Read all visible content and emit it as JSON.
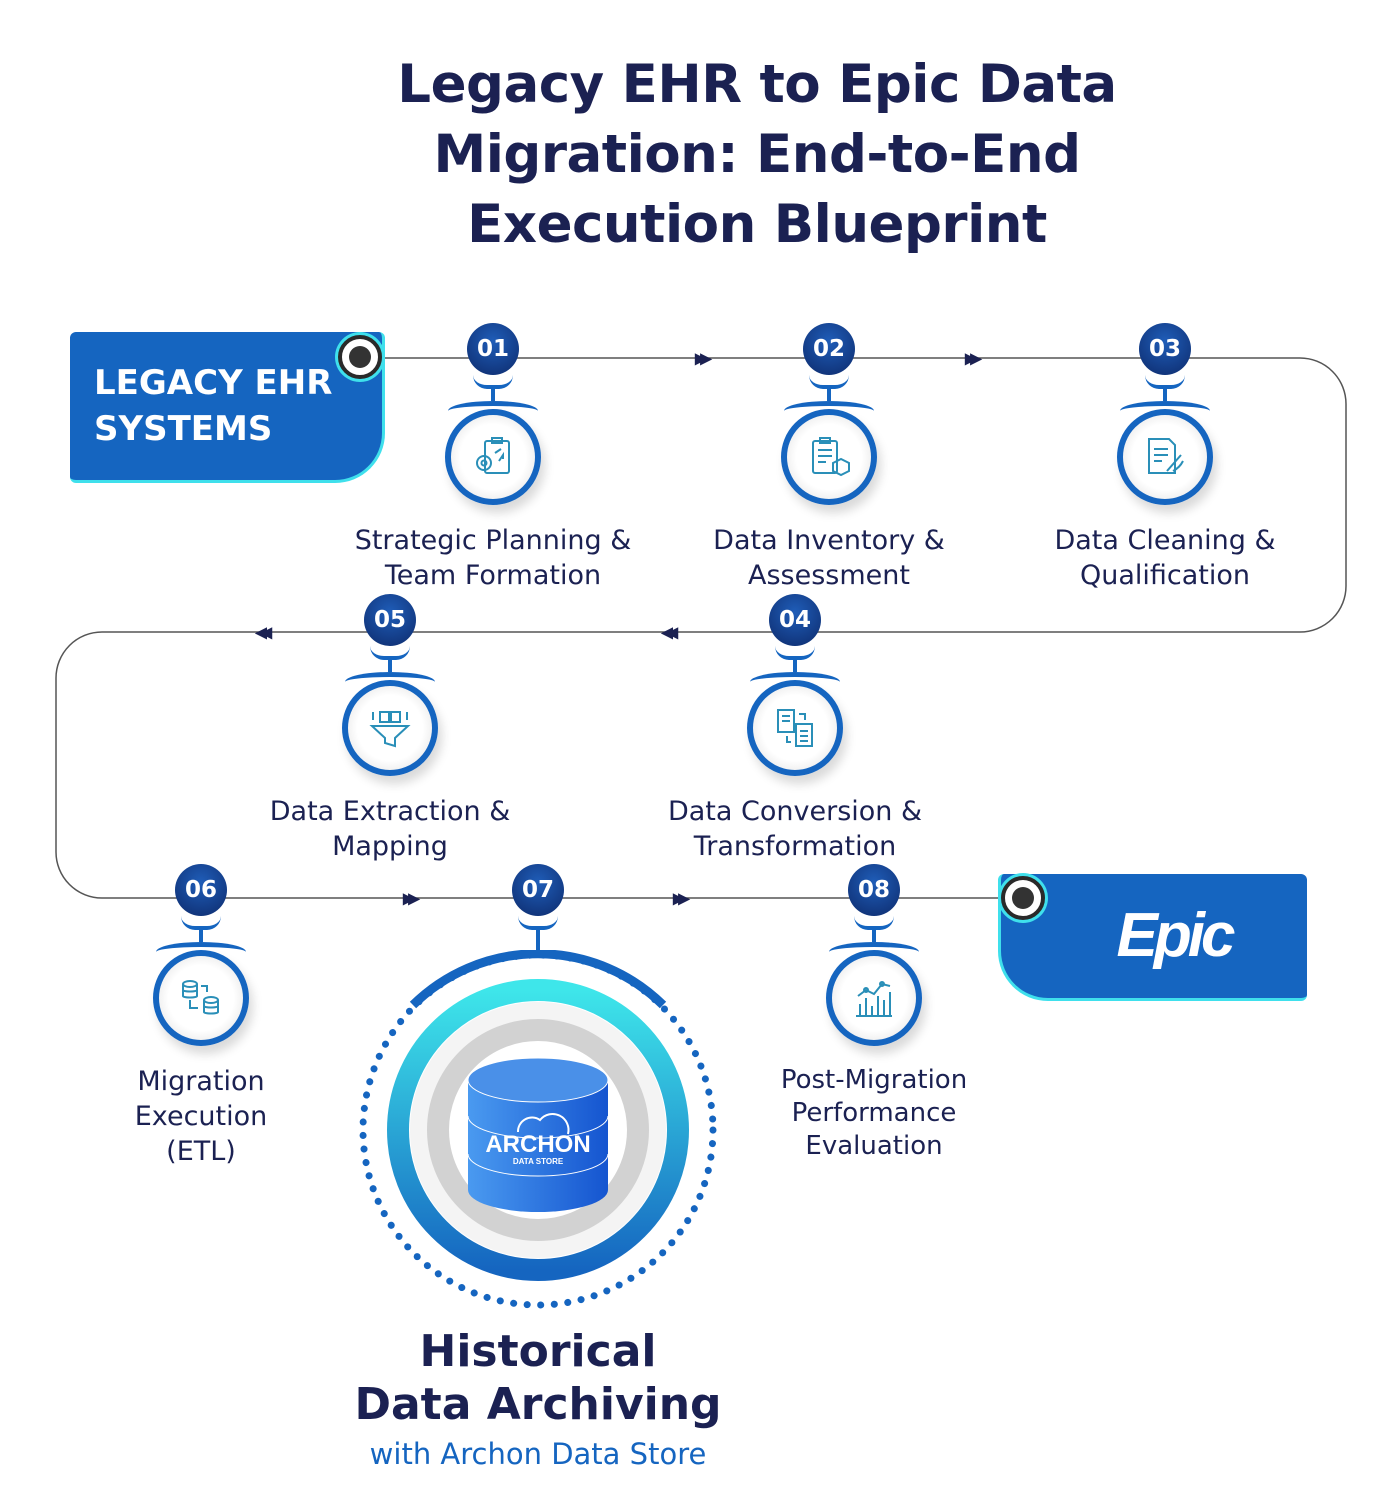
{
  "title": [
    "Legacy EHR to Epic Data",
    "Migration: End-to-End",
    "Execution Blueprint"
  ],
  "source_box": {
    "line1": "LEGACY EHR",
    "line2": "SYSTEMS"
  },
  "target_box": {
    "logo_text": "Epic"
  },
  "steps": [
    {
      "number": "01",
      "label": [
        "Strategic Planning &",
        "Team Formation"
      ],
      "icon": "planning-gear-clipboard-icon"
    },
    {
      "number": "02",
      "label": [
        "Data Inventory &",
        "Assessment"
      ],
      "icon": "inventory-clipboard-box-icon"
    },
    {
      "number": "03",
      "label": [
        "Data Cleaning &",
        "Qualification"
      ],
      "icon": "cleaning-document-brush-icon"
    },
    {
      "number": "04",
      "label": [
        "Data Conversion &",
        "Transformation"
      ],
      "icon": "document-conversion-icon"
    },
    {
      "number": "05",
      "label": [
        "Data Extraction &",
        "Mapping"
      ],
      "icon": "filter-funnel-icon"
    },
    {
      "number": "06",
      "label": [
        "Migration",
        "Execution",
        "(ETL)"
      ],
      "icon": "database-transfer-icon"
    },
    {
      "number": "07"
    },
    {
      "number": "08",
      "label": [
        "Post-Migration",
        "Performance",
        "Evaluation"
      ],
      "icon": "bar-chart-trend-icon"
    }
  ],
  "archive": {
    "logo_text": "ARCHON",
    "logo_subtext": "DATA STORE",
    "title": [
      "Historical",
      "Data Archiving"
    ],
    "subtitle": "with Archon Data Store"
  },
  "colors": {
    "navy": "#1b2152",
    "blue": "#1565c0",
    "cyan": "#3fe0ec"
  }
}
